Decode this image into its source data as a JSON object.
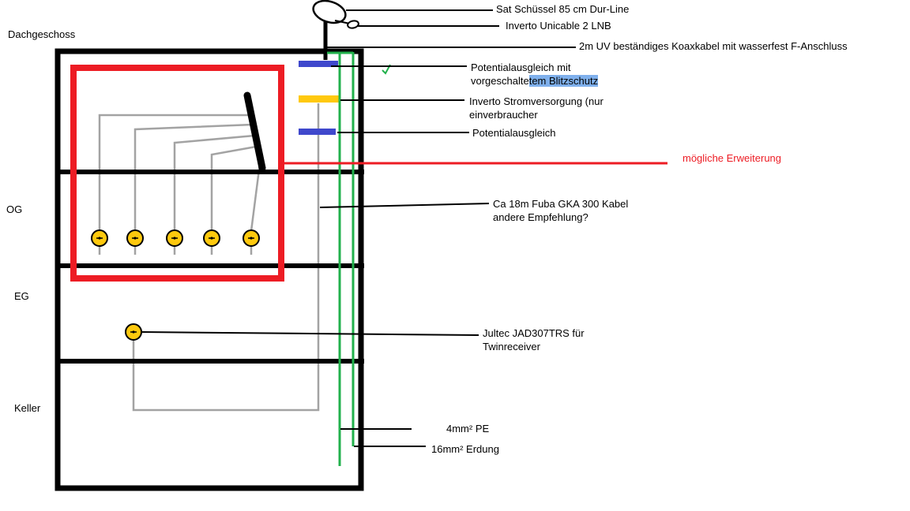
{
  "diagram": {
    "floors": {
      "dachgeschoss": "Dachgeschoss",
      "og": "OG",
      "eg": "EG",
      "keller": "Keller"
    },
    "annotations": {
      "dish": "Sat Schüssel 85 cm Dur-Line",
      "lnb": "Inverto Unicable 2 LNB",
      "koax": "2m UV beständiges Koaxkabel mit wasserfest F-Anschluss",
      "pa_blitz_line1": "Potentialausgleich mit",
      "pa_blitz_line2_pre": "vorgeschalte",
      "pa_blitz_line2_hl": "tem Blitzschutz",
      "strom_line1": "Inverto Stromversorgung (nur",
      "strom_line2": "einverbraucher",
      "pa": "Potentialausgleich",
      "erweiterung": "mögliche Erweiterung",
      "kabel_line1": "Ca 18m Fuba GKA 300 Kabel",
      "kabel_line2": "andere Empfehlung?",
      "jultec_line1": "Jultec JAD307TRS für",
      "jultec_line2": "Twinreceiver",
      "pe": "4mm² PE",
      "erdung": "16mm² Erdung"
    },
    "colors": {
      "red": "#ed1c24",
      "green": "#22b14c",
      "blue": "#3f48cc",
      "yellow": "#ffc90e",
      "gray": "#a3a3a3",
      "black": "#000000"
    }
  }
}
